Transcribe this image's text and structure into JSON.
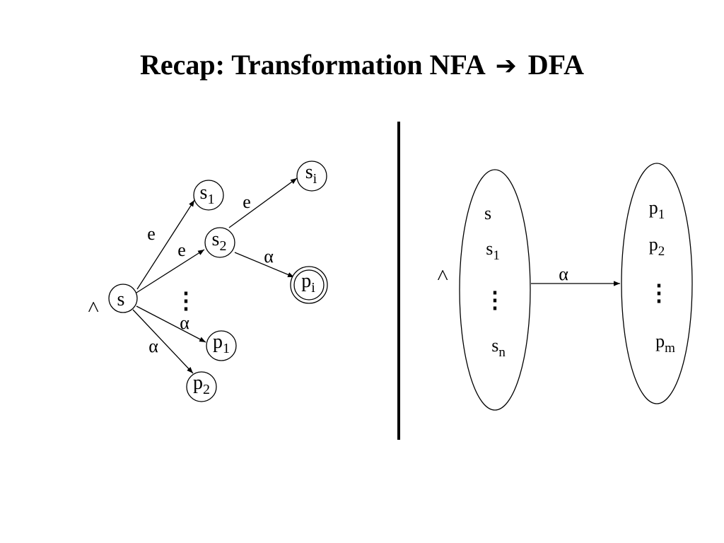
{
  "title": {
    "prefix": "Recap: Transformation NFA",
    "arrow": "➔",
    "suffix": "DFA"
  },
  "nfa": {
    "start_marker": ">",
    "states": {
      "s": {
        "base": "s",
        "sub": ""
      },
      "s1": {
        "base": "s",
        "sub": "1"
      },
      "s2": {
        "base": "s",
        "sub": "2"
      },
      "si": {
        "base": "s",
        "sub": "i"
      },
      "pi": {
        "base": "p",
        "sub": "i"
      },
      "p1": {
        "base": "p",
        "sub": "1"
      },
      "p2": {
        "base": "p",
        "sub": "2"
      }
    },
    "edge_labels": {
      "s_s1": "e",
      "s_s2": "e",
      "s2_si": "e",
      "s2_pi": "α",
      "s_p1": "α",
      "s_p2": "α"
    },
    "ellipsis": "⋮"
  },
  "dfa": {
    "start_marker": ">",
    "left_set": [
      {
        "base": "s",
        "sub": ""
      },
      {
        "base": "s",
        "sub": "1"
      },
      {
        "base": "⋮",
        "sub": ""
      },
      {
        "base": "s",
        "sub": "n"
      }
    ],
    "right_set": [
      {
        "base": "p",
        "sub": "1"
      },
      {
        "base": "p",
        "sub": "2"
      },
      {
        "base": "⋮",
        "sub": ""
      },
      {
        "base": "p",
        "sub": "m"
      }
    ],
    "transition_label": "α"
  }
}
